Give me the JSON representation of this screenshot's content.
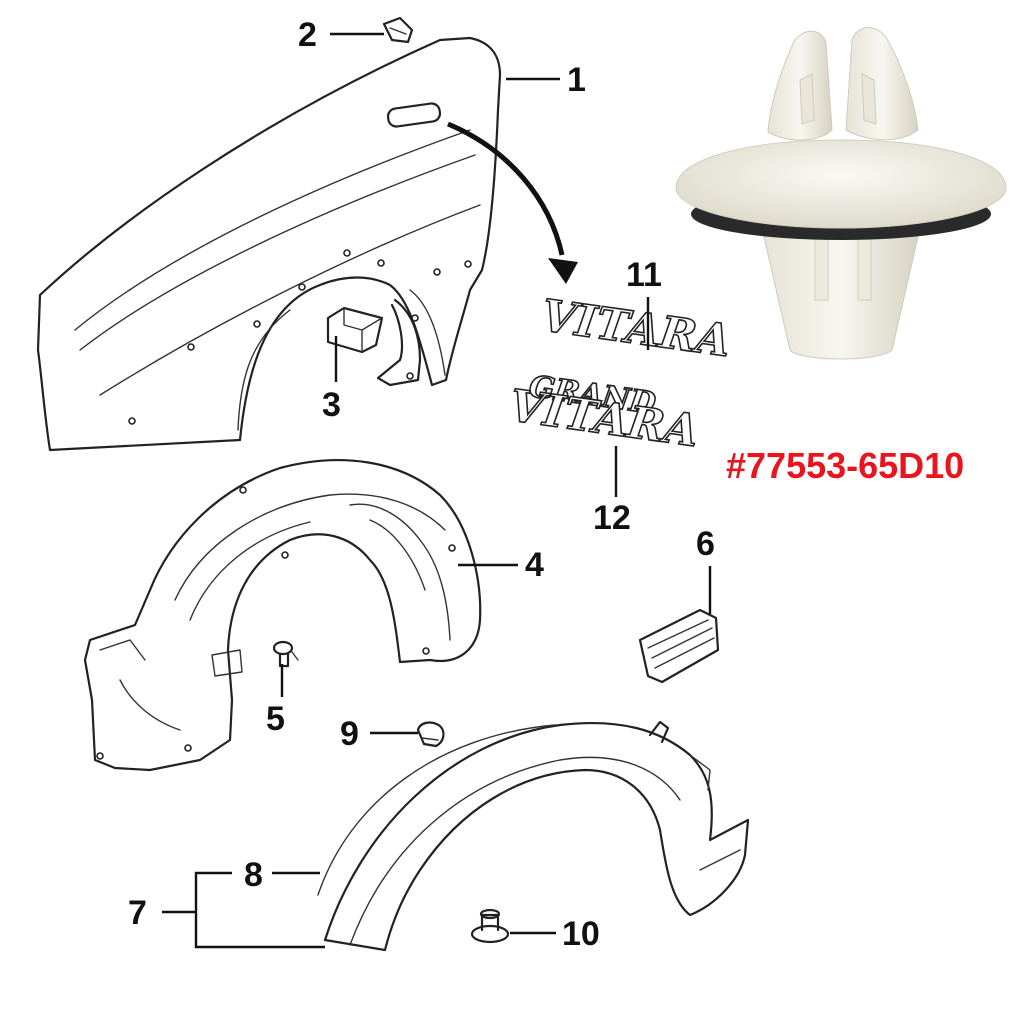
{
  "callouts": {
    "c1": "1",
    "c2": "2",
    "c3": "3",
    "c4": "4",
    "c5": "5",
    "c6": "6",
    "c7": "7",
    "c8": "8",
    "c9": "9",
    "c10": "10",
    "c11": "11",
    "c12": "12"
  },
  "emblems": {
    "vitara": "VITARA",
    "grand": "GRAND",
    "grand_vitara": "VITARA"
  },
  "part_number": {
    "text": "#77553-65D10",
    "color": "#e8141e"
  },
  "colors": {
    "clip_body": "#f1efe6",
    "clip_shadow": "#d9d6c8",
    "clip_seal": "#2a2a2a"
  }
}
